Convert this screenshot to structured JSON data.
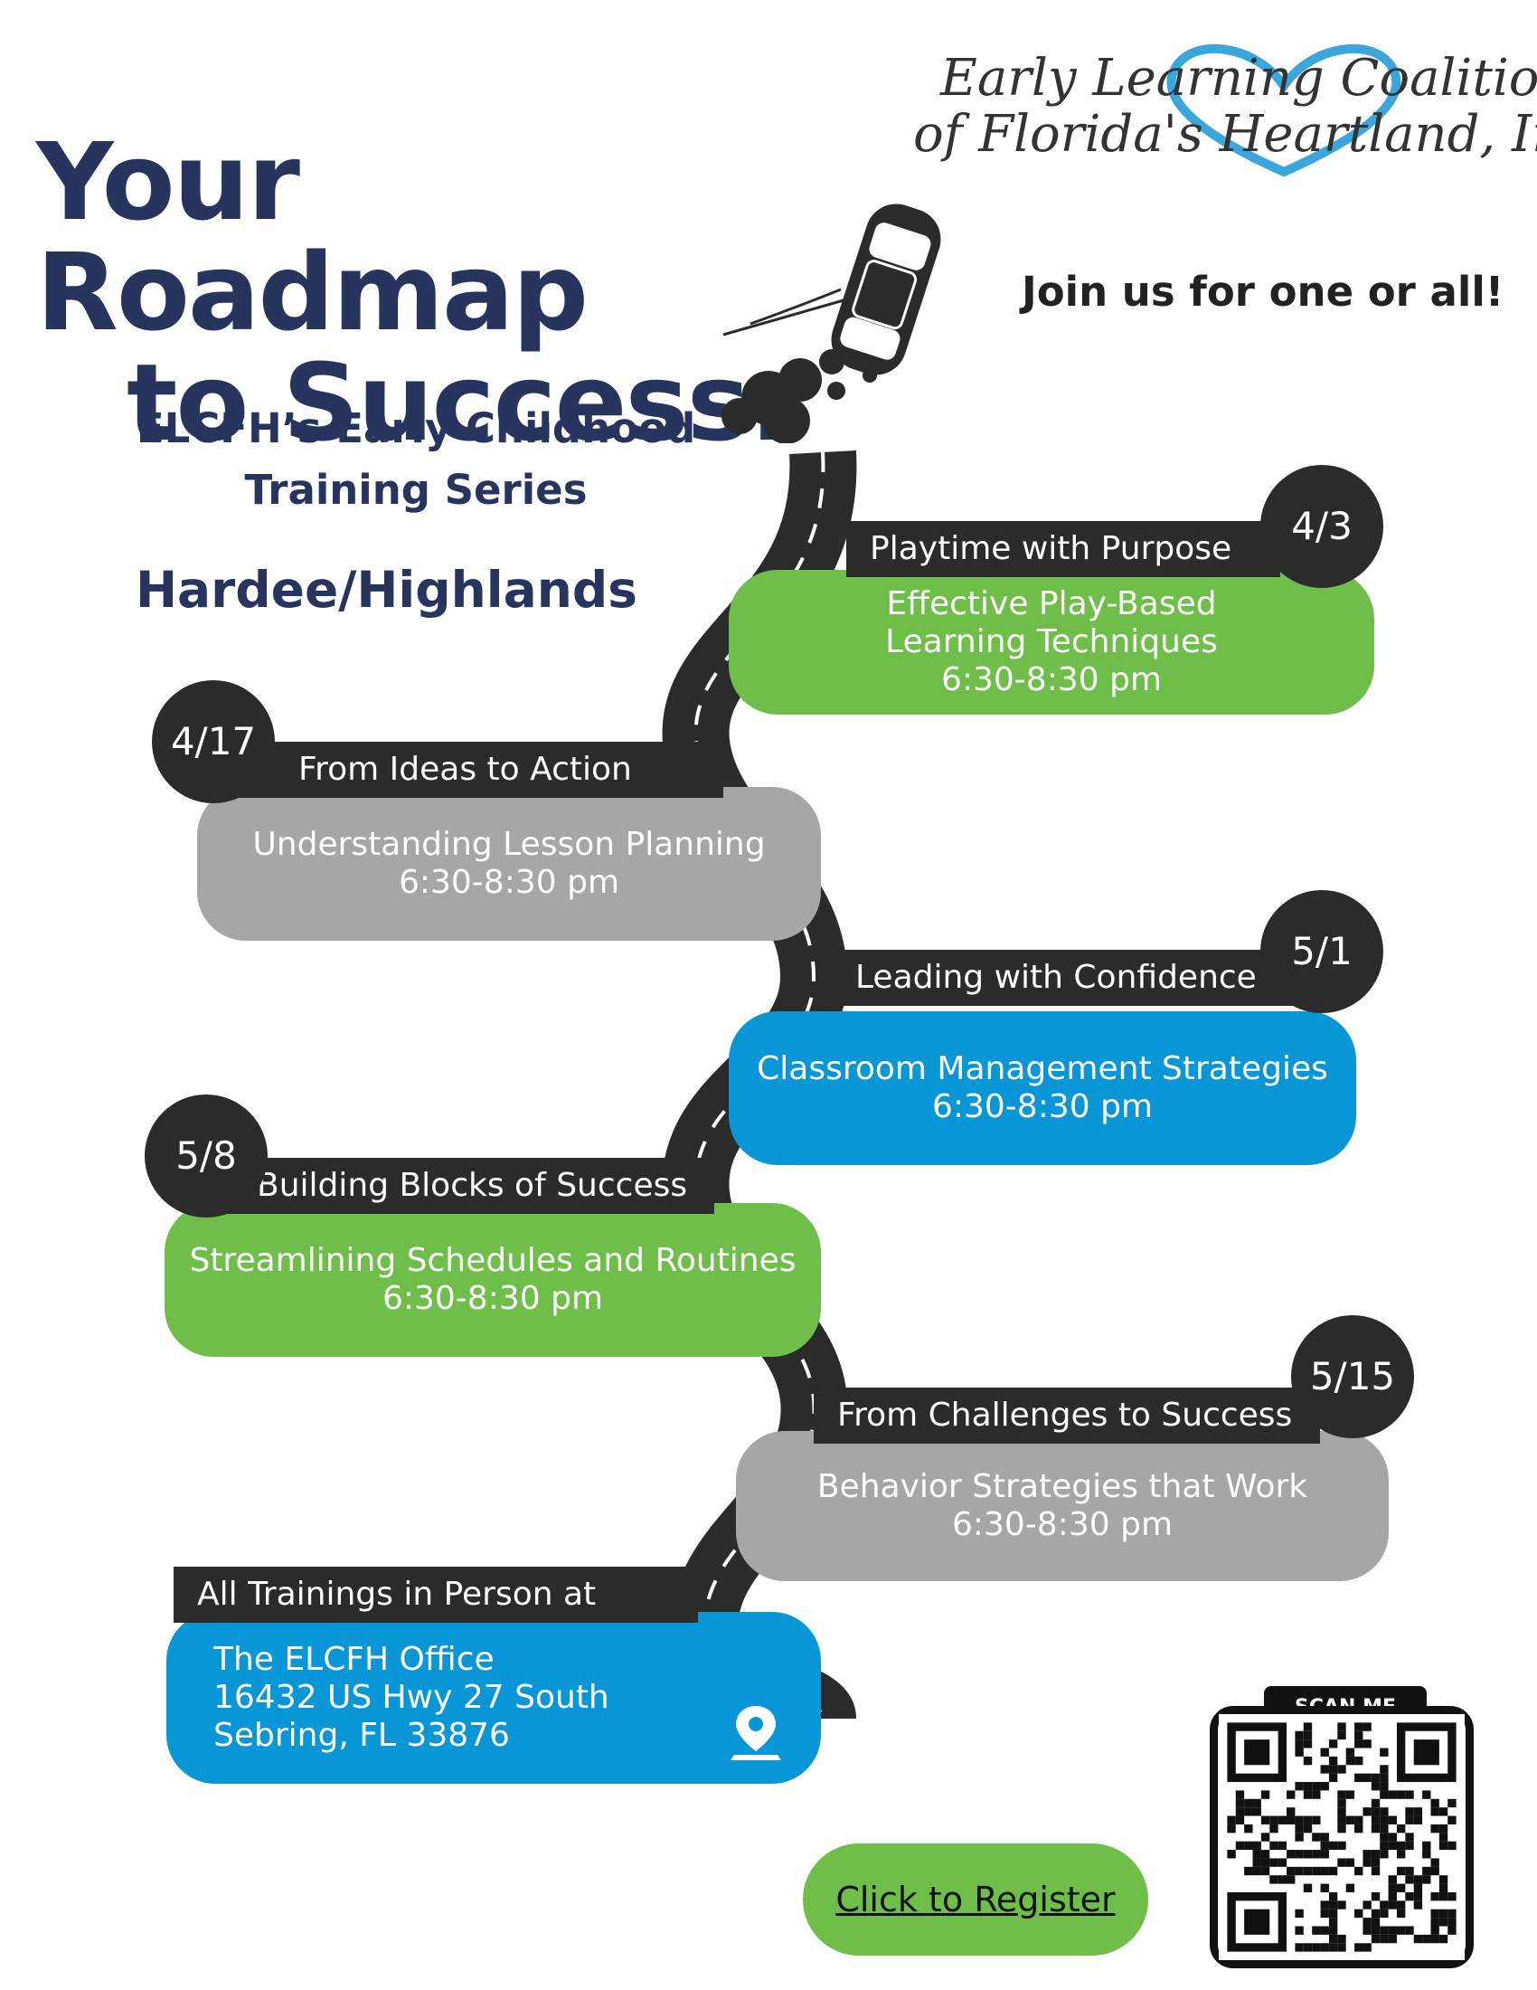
{
  "logo": {
    "line1": "Early Learning Coalition",
    "line2": "of Florida's Heartland, Inc.",
    "accent_color": "#3aa6dc"
  },
  "title": {
    "line1": "Your Roadmap",
    "line2": "to Success:"
  },
  "subtitle": {
    "line1": "ELCFH’s Early Childhood",
    "line2": "Training Series"
  },
  "region": "Hardee/Highlands",
  "tagline": "Join us for one or all!",
  "events": [
    {
      "date": "4/3",
      "title": "Playtime with Purpose",
      "line1": "Effective Play-Based",
      "line2": "Learning Techniques",
      "time": "6:30-8:30 pm",
      "color": "#6fbe4a"
    },
    {
      "date": "4/17",
      "title": "From Ideas to Action",
      "line1": "Understanding Lesson Planning",
      "time": "6:30-8:30 pm",
      "color": "#a6a6a6"
    },
    {
      "date": "5/1",
      "title": "Leading with Confidence",
      "line1": "Classroom Management Strategies",
      "time": "6:30-8:30 pm",
      "color": "#0896d6"
    },
    {
      "date": "5/8",
      "title": "Building Blocks of Success",
      "line1": "Streamlining Schedules and Routines",
      "time": "6:30-8:30 pm",
      "color": "#6fbe4a"
    },
    {
      "date": "5/15",
      "title": "From Challenges to Success",
      "line1": "Behavior Strategies that Work",
      "time": "6:30-8:30 pm",
      "color": "#a6a6a6"
    }
  ],
  "location": {
    "heading": "All Trainings in Person at",
    "line1": "The ELCFH Office",
    "line2": "16432 US Hwy 27 South",
    "line3": "Sebring, FL 33876",
    "icon": "map-pin-icon"
  },
  "register_label": "Click to Register",
  "qr": {
    "label": "SCAN ME"
  },
  "colors": {
    "navy": "#26345e",
    "green": "#6fbe4a",
    "gray": "#a6a6a6",
    "blue": "#0896d6",
    "dark": "#2b2b2b"
  }
}
